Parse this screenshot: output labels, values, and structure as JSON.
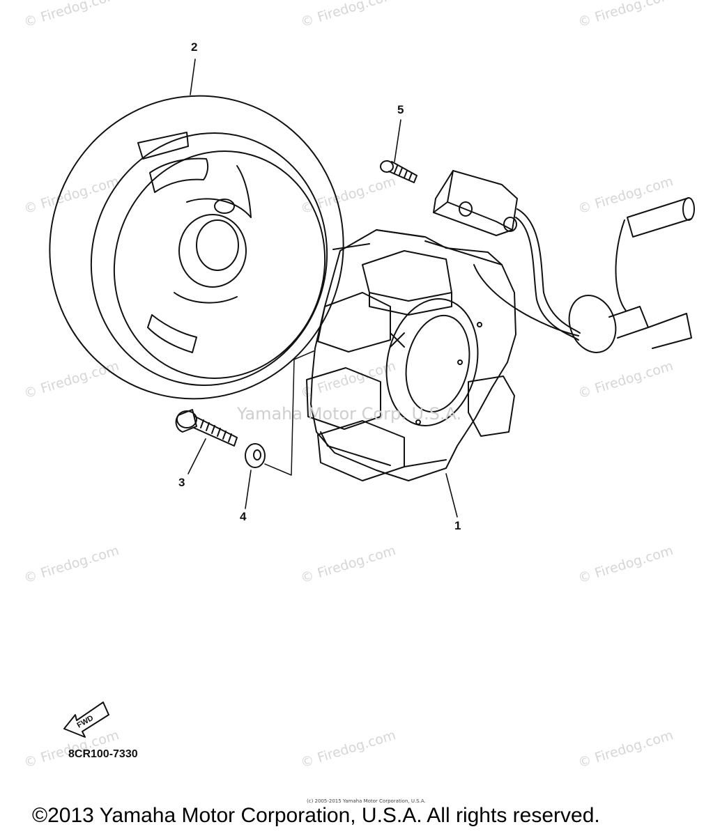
{
  "watermark": {
    "text": "© Firedog.com"
  },
  "center_watermark": "Yamaha Motor Corp. U.S.A.",
  "callouts": {
    "flywheel": "2",
    "screw_small": "5",
    "bolt": "3",
    "washer": "4",
    "stator": "1"
  },
  "fwd_label": "FWD",
  "diagram_code": "8CR100-7330",
  "small_copyright": "(c) 2005-2015 Yamaha Motor Corporation, U.S.A.",
  "footer_copyright": "©2013 Yamaha Motor Corporation, U.S.A. All rights reserved."
}
